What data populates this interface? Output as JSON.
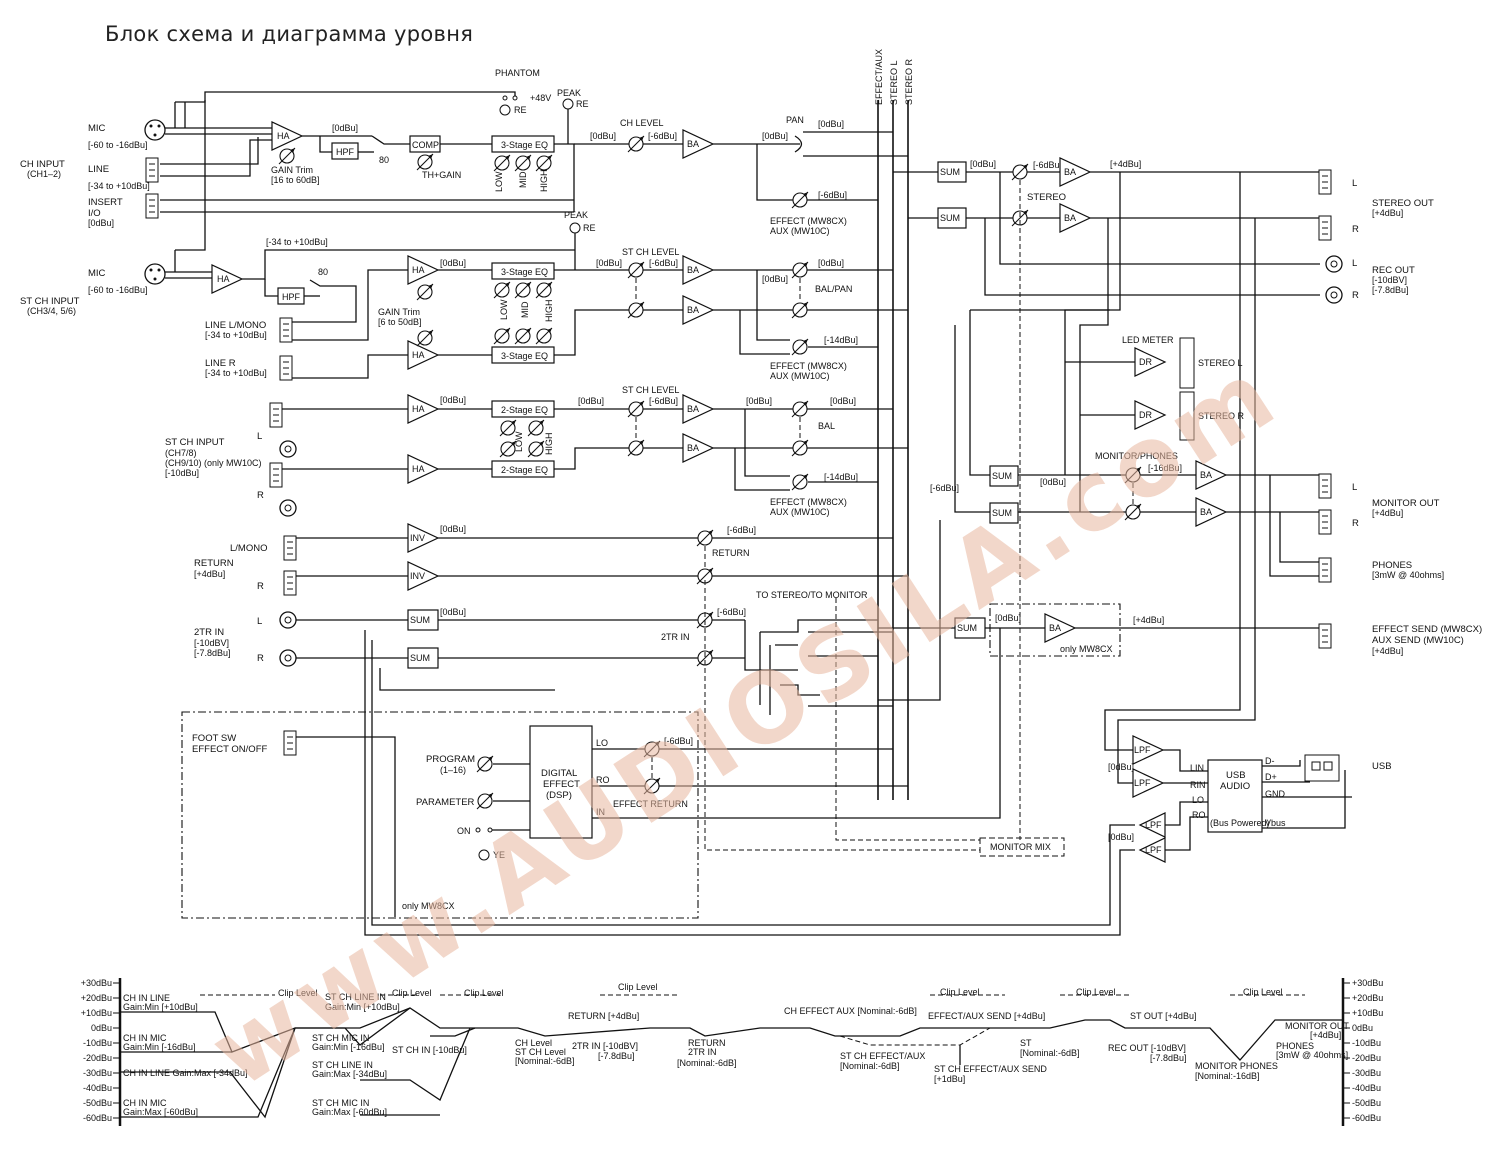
{
  "page": {
    "title": "Блок схема и диаграмма уровня"
  },
  "watermark": {
    "text": "www.AUDIOSILA.com",
    "color": "#e8b79f"
  },
  "buses": {
    "effect_aux": "EFFECT/AUX",
    "stereo_l": "STEREO L",
    "stereo_r": "STEREO R"
  },
  "inputs": {
    "ch_input": "CH INPUT",
    "ch_input_sub": "(CH1–2)",
    "mic": "MIC",
    "mic_range": "[-60 to -16dBu]",
    "line": "LINE",
    "line_range": "[-34 to +10dBu]",
    "insert": "INSERT",
    "io": "I/O",
    "insert_level": "[0dBu]",
    "st_mic": "MIC",
    "st_mic_range": "[-60 to -16dBu]",
    "st_ch_input": "ST CH INPUT",
    "st_ch_input_sub": "(CH3/4, 5/6)",
    "line_lmono": "LINE L/MONO",
    "line_lmono_range": "[-34 to +10dBu]",
    "line_r": "LINE R",
    "line_r_range": "[-34 to +10dBu]",
    "st_ch_input2": "ST CH INPUT",
    "st_ch_input2_sub1": "(CH7/8)",
    "st_ch_input2_sub2": "(CH9/10) (only MW10C)",
    "st_ch_input2_lvl": "[-10dBu]",
    "l": "L",
    "r": "R",
    "lmono": "L/MONO",
    "return": "RETURN",
    "return_lvl": "[+4dBu]",
    "tr_in": "2TR IN",
    "tr_in_lvl1": "[-10dBV]",
    "tr_in_lvl2": "[-7.8dBu]",
    "foot_sw": "FOOT SW",
    "effect_onoff": "EFFECT ON/OFF"
  },
  "blocks": {
    "ha": "HA",
    "hpf": "HPF",
    "comp": "COMP",
    "eq3": "3-Stage EQ",
    "eq2": "2-Stage EQ",
    "ba": "BA",
    "sum": "SUM",
    "inv": "INV",
    "dr": "DR",
    "lpf": "LPF",
    "phantom": "PHANTOM",
    "v48": "+48V",
    "peak": "PEAK",
    "re": "RE",
    "ye": "YE",
    "gain_trim": "GAIN Trim",
    "gain_trim_range": "[16 to 60dB]",
    "gain_trim2": "GAIN Trim",
    "gain_trim2_range": "[6 to 50dB]",
    "th_gain": "TH+GAIN",
    "f80": "80",
    "f80b": "80",
    "low": "LOW",
    "mid": "MID",
    "high": "HIGH",
    "ch_level": "CH LEVEL",
    "st_ch_level": "ST CH LEVEL",
    "st_ch_level2": "ST CH LEVEL",
    "pan": "PAN",
    "bal_pan": "BAL/PAN",
    "bal": "BAL",
    "stereo": "STEREO",
    "effect_mw8cx": "EFFECT (MW8CX)",
    "aux_mw10c": "AUX (MW10C)",
    "led_meter": "LED METER",
    "stereo_l": "STEREO L",
    "stereo_r": "STEREO R",
    "monitor_phones": "MONITOR/PHONES",
    "return_lbl": "RETURN",
    "tr_in_lbl": "2TR IN",
    "to_stereo_monitor": "TO STEREO/TO MONITOR",
    "only_mw8cx": "only MW8CX",
    "only_mw8cx2": "only MW8CX",
    "monitor_mix": "MONITOR MIX",
    "program": "PROGRAM",
    "program_range": "(1–16)",
    "parameter": "PARAMETER",
    "on": "ON",
    "dsp1": "DIGITAL",
    "dsp2": "EFFECT",
    "dsp3": "(DSP)",
    "lo": "LO",
    "ro": "RO",
    "in": "IN",
    "effect_return": "EFFECT RETURN",
    "usb_audio1": "USB",
    "usb_audio2": "AUDIO",
    "bus_powered": "(Bus Powered)",
    "lin": "LIN",
    "rin": "RIN",
    "lo2": "LO",
    "ro2": "RO",
    "dminus": "D-",
    "dplus": "D+",
    "gnd": "GND",
    "vbus": "Vbus"
  },
  "levels": {
    "l0dbu": "[0dBu]",
    "m6dbu": "[-6dBu]",
    "p4dbu": "[+4dBu]",
    "m14dbu": "[-14dBu]",
    "m16dbu": "[-16dBu]",
    "m34to10": "[-34 to +10dBu]"
  },
  "outputs": {
    "stereo_out": "STEREO OUT",
    "stereo_out_lvl": "[+4dBu]",
    "rec_out": "REC OUT",
    "rec_out_lvl1": "[-10dBV]",
    "rec_out_lvl2": "[-7.8dBu]",
    "monitor_out": "MONITOR OUT",
    "monitor_out_lvl": "[+4dBu]",
    "phones": "PHONES",
    "phones_lvl": "[3mW @ 40ohms]",
    "effect_send": "EFFECT SEND (MW8CX)",
    "aux_send": "AUX SEND (MW10C)",
    "effect_send_lvl": "[+4dBu]",
    "usb": "USB",
    "l": "L",
    "r": "R"
  },
  "level_diagram": {
    "scale": [
      "+30dBu",
      "+20dBu",
      "+10dBu",
      "0dBu",
      "-10dBu",
      "-20dBu",
      "-30dBu",
      "-40dBu",
      "-50dBu",
      "-60dBu"
    ],
    "labels": {
      "ch_in_line": "CH IN LINE",
      "ch_in_line_gain": "Gain:Min [+10dBu]",
      "ch_in_mic": "CH IN MIC",
      "ch_in_mic_gain": "Gain:Min [-16dBu]",
      "ch_in_line_max": "CH IN LINE Gain:Max [-34dBu]",
      "ch_in_mic2": "CH IN MIC",
      "ch_in_mic_max": "Gain:Max [-60dBu]",
      "clip_level": "Clip Level",
      "st_ch_line_in": "ST CH LINE IN",
      "st_ch_line_in_gain": "Gain:Min [+10dBu]",
      "st_ch_mic_in": "ST CH MIC IN",
      "st_ch_mic_in_gain": "Gain:Min [-16dBu]",
      "st_ch_in": "ST CH IN [-10dBu]",
      "st_ch_line_in2": "ST CH LINE IN",
      "st_ch_line_in_max": "Gain:Max [-34dBu]",
      "st_ch_mic_in2": "ST CH MIC IN",
      "st_ch_mic_in_max": "Gain:Max [-60dBu]",
      "return": "RETURN [+4dBu]",
      "tr_in": "2TR IN [-10dBV]",
      "tr_in2": "[-7.8dBu]",
      "ch_level": "CH Level",
      "st_ch_level": "ST CH Level",
      "nominal6": "[Nominal:-6dB]",
      "return2": "RETURN",
      "tr_in3": "2TR IN",
      "nominal6b": "[Nominal:-6dB]",
      "ch_effect_aux": "CH EFFECT AUX [Nominal:-6dB]",
      "st_ch_effect_aux": "ST CH EFFECT/AUX",
      "nominal6c": "[Nominal:-6dB]",
      "effect_aux_send": "EFFECT/AUX SEND [+4dBu]",
      "st_ch_effect_aux_send": "ST CH EFFECT/AUX SEND",
      "p1dbu": "[+1dBu]",
      "st": "ST",
      "nominal6d": "[Nominal:-6dB]",
      "st_out": "ST OUT [+4dBu]",
      "rec_out": "REC OUT [-10dBV]",
      "rec_out2": "[-7.8dBu]",
      "monitor_phones": "MONITOR PHONES",
      "nominal16": "[Nominal:-16dB]",
      "monitor_out": "MONITOR OUT",
      "monitor_out_lvl": "[+4dBu]",
      "phones": "PHONES",
      "phones_lvl": "[3mW @ 40ohms]"
    }
  }
}
